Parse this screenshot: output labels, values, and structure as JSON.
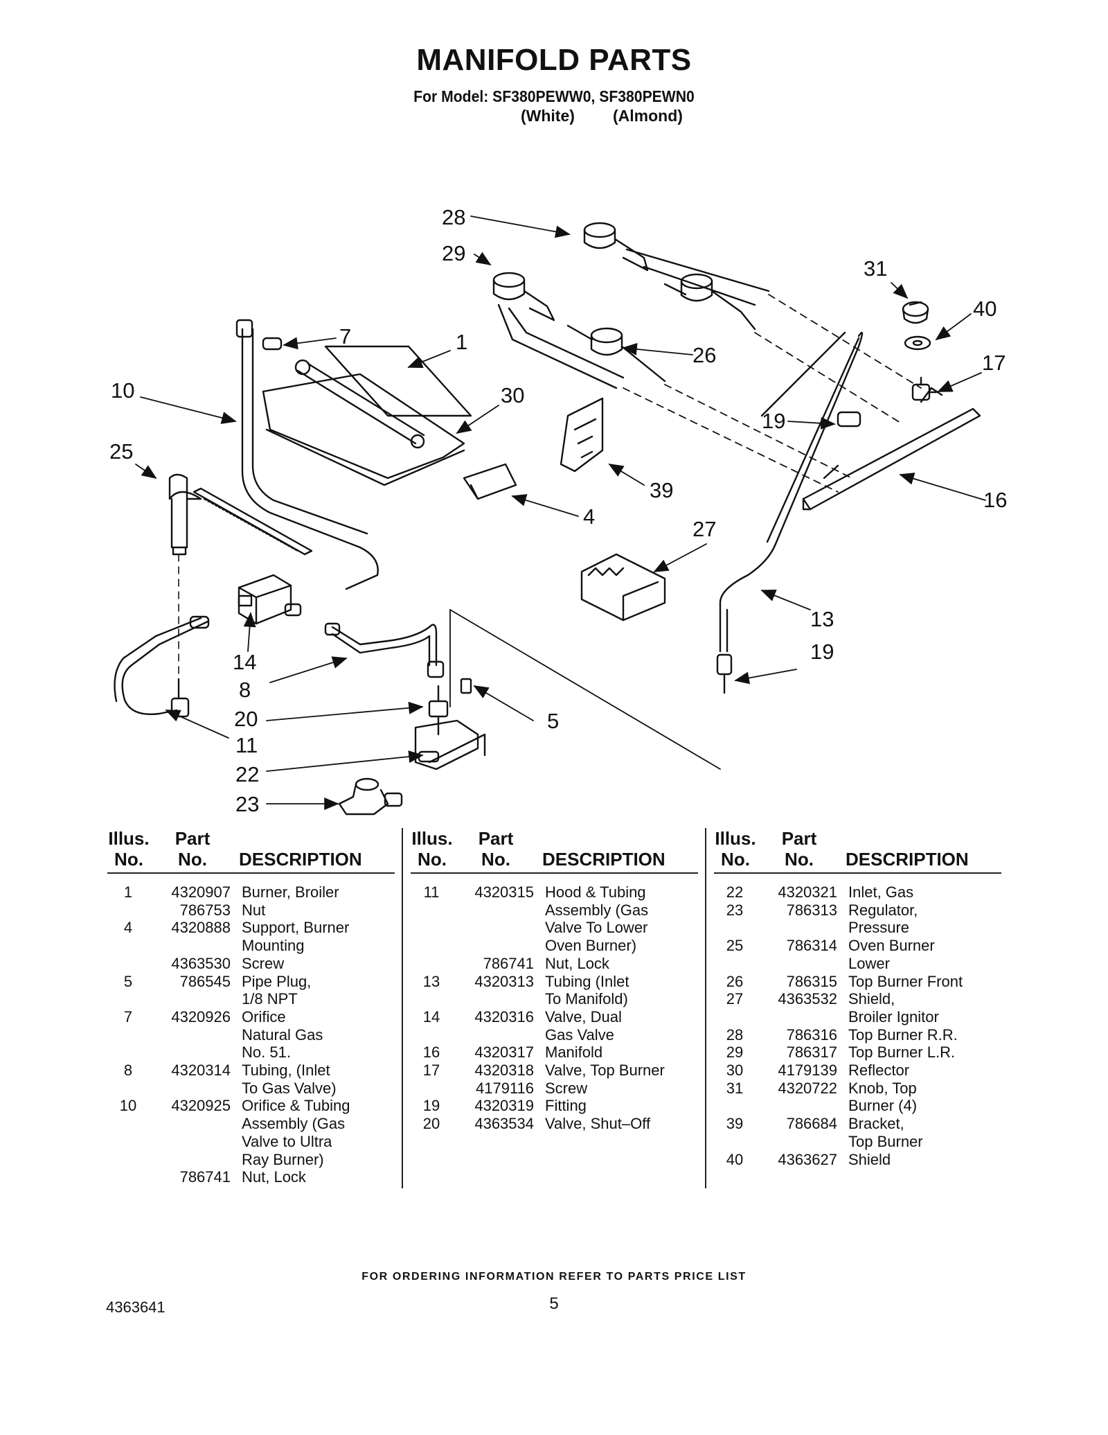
{
  "header": {
    "title": "MANIFOLD PARTS",
    "model_line": "For Model: SF380PEWW0, SF380PEWN0",
    "variant_white": "(White)",
    "variant_almond": "(Almond)"
  },
  "callouts": [
    "28",
    "29",
    "31",
    "40",
    "7",
    "1",
    "26",
    "17",
    "10",
    "30",
    "19",
    "25",
    "39",
    "16",
    "4",
    "27",
    "13",
    "14",
    "19",
    "8",
    "5",
    "20",
    "11",
    "22",
    "23"
  ],
  "table_headers": {
    "illus_1": "Illus.",
    "illus_2": "No.",
    "part_1": "Part",
    "part_2": "No.",
    "description": "DESCRIPTION"
  },
  "parts_columns": [
    [
      {
        "illus": "1",
        "part": "4320907",
        "desc": "Burner, Broiler"
      },
      {
        "illus": "",
        "part": "786753",
        "desc": "Nut"
      },
      {
        "illus": "4",
        "part": "4320888",
        "desc": "Support, Burner"
      },
      {
        "illus": "",
        "part": "",
        "desc": "Mounting"
      },
      {
        "illus": "",
        "part": "4363530",
        "desc": "Screw"
      },
      {
        "illus": "5",
        "part": "786545",
        "desc": "Pipe Plug,"
      },
      {
        "illus": "",
        "part": "",
        "desc": "1/8 NPT"
      },
      {
        "illus": "7",
        "part": "4320926",
        "desc": "Orifice"
      },
      {
        "illus": "",
        "part": "",
        "desc": "Natural Gas"
      },
      {
        "illus": "",
        "part": "",
        "desc": "No. 51."
      },
      {
        "illus": "8",
        "part": "4320314",
        "desc": "Tubing, (Inlet"
      },
      {
        "illus": "",
        "part": "",
        "desc": "To Gas Valve)"
      },
      {
        "illus": "10",
        "part": "4320925",
        "desc": "Orifice & Tubing"
      },
      {
        "illus": "",
        "part": "",
        "desc": "Assembly (Gas"
      },
      {
        "illus": "",
        "part": "",
        "desc": "Valve to Ultra"
      },
      {
        "illus": "",
        "part": "",
        "desc": "Ray Burner)"
      },
      {
        "illus": "",
        "part": "786741",
        "desc": "Nut, Lock"
      }
    ],
    [
      {
        "illus": "11",
        "part": "4320315",
        "desc": "Hood & Tubing"
      },
      {
        "illus": "",
        "part": "",
        "desc": "Assembly (Gas"
      },
      {
        "illus": "",
        "part": "",
        "desc": "Valve To Lower"
      },
      {
        "illus": "",
        "part": "",
        "desc": "Oven Burner)"
      },
      {
        "illus": "",
        "part": "786741",
        "desc": "Nut, Lock"
      },
      {
        "illus": "13",
        "part": "4320313",
        "desc": "Tubing (Inlet"
      },
      {
        "illus": "",
        "part": "",
        "desc": "To Manifold)"
      },
      {
        "illus": "14",
        "part": "4320316",
        "desc": "Valve, Dual"
      },
      {
        "illus": "",
        "part": "",
        "desc": "Gas Valve"
      },
      {
        "illus": "16",
        "part": "4320317",
        "desc": "Manifold"
      },
      {
        "illus": "17",
        "part": "4320318",
        "desc": "Valve, Top Burner"
      },
      {
        "illus": "",
        "part": "4179116",
        "desc": "Screw"
      },
      {
        "illus": "19",
        "part": "4320319",
        "desc": "Fitting"
      },
      {
        "illus": "20",
        "part": "4363534",
        "desc": "Valve, Shut–Off"
      }
    ],
    [
      {
        "illus": "22",
        "part": "4320321",
        "desc": "Inlet, Gas"
      },
      {
        "illus": "23",
        "part": "786313",
        "desc": "Regulator,"
      },
      {
        "illus": "",
        "part": "",
        "desc": "Pressure"
      },
      {
        "illus": "25",
        "part": "786314",
        "desc": "Oven Burner"
      },
      {
        "illus": "",
        "part": "",
        "desc": "Lower"
      },
      {
        "illus": "26",
        "part": "786315",
        "desc": "Top Burner Front"
      },
      {
        "illus": "27",
        "part": "4363532",
        "desc": "Shield,"
      },
      {
        "illus": "",
        "part": "",
        "desc": "Broiler Ignitor"
      },
      {
        "illus": "28",
        "part": "786316",
        "desc": "Top Burner R.R."
      },
      {
        "illus": "29",
        "part": "786317",
        "desc": "Top Burner L.R."
      },
      {
        "illus": "30",
        "part": "4179139",
        "desc": "Reflector"
      },
      {
        "illus": "31",
        "part": "4320722",
        "desc": "Knob, Top"
      },
      {
        "illus": "",
        "part": "",
        "desc": "Burner (4)"
      },
      {
        "illus": "39",
        "part": "786684",
        "desc": "Bracket,"
      },
      {
        "illus": "",
        "part": "",
        "desc": "Top Burner"
      },
      {
        "illus": "40",
        "part": "4363627",
        "desc": "Shield"
      }
    ]
  ],
  "footer": {
    "ordering_note": "FOR ORDERING INFORMATION REFER TO PARTS PRICE LIST",
    "doc_number": "4363641",
    "page_number": "5"
  }
}
